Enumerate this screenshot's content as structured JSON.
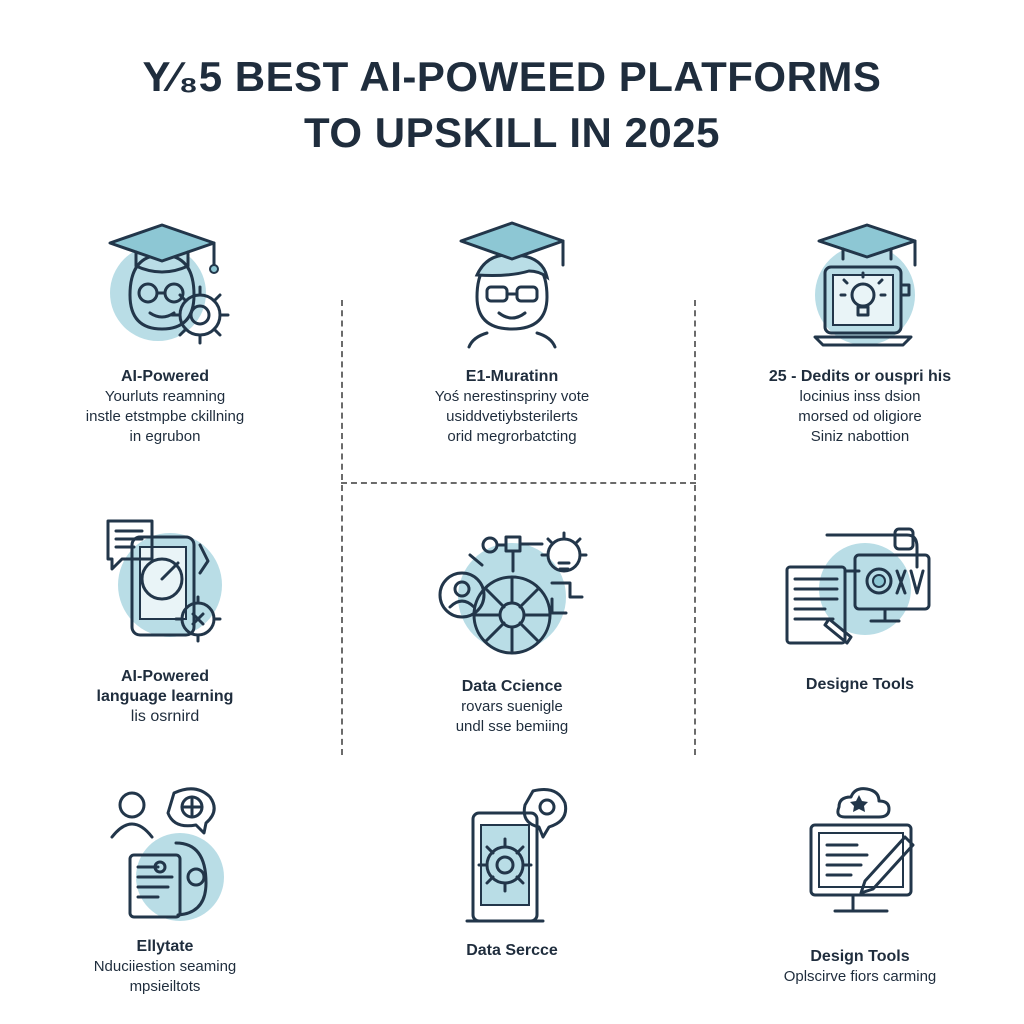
{
  "header": {
    "title_line1": "Y⁄₈5 BEST AI-POWEED PLATFORMS",
    "title_line2": "TO UPSKILL IN 2025"
  },
  "cells": [
    {
      "label": "AI-Powered",
      "desc": [
        "Yourluts reamning",
        "instle etstmpbe ckillning",
        "in egrubon"
      ]
    },
    {
      "label": "E1-Muratinn",
      "desc": [
        "Yoś nerestinspriny vote",
        "usiddvetiybsterilerts",
        "orid megrorbatcting"
      ]
    },
    {
      "label": "25 - Dedits or ouspri his",
      "desc": [
        "locinius inss dsion",
        "morsed od oligiore",
        "Siniz nabottion"
      ]
    },
    {
      "label": "AI-Powered",
      "desc": [
        "language learning",
        "lis osrnird"
      ]
    },
    {
      "label": "Data Ccience",
      "desc": [
        "rovars suenigle",
        "undl sse bemiing"
      ]
    },
    {
      "label": "Designe Tools",
      "desc": []
    },
    {
      "label": "Ellytate",
      "desc": [
        "Nduciiestion seaming",
        "mpsieiltots"
      ]
    },
    {
      "label": "Data Sercce",
      "desc": []
    },
    {
      "label": "Design Tools",
      "desc": [
        "Oplscirve fiors carming"
      ]
    }
  ],
  "colors": {
    "ink": "#22364a",
    "accent": "#b9dde6",
    "cap": "#8dc7d4"
  }
}
